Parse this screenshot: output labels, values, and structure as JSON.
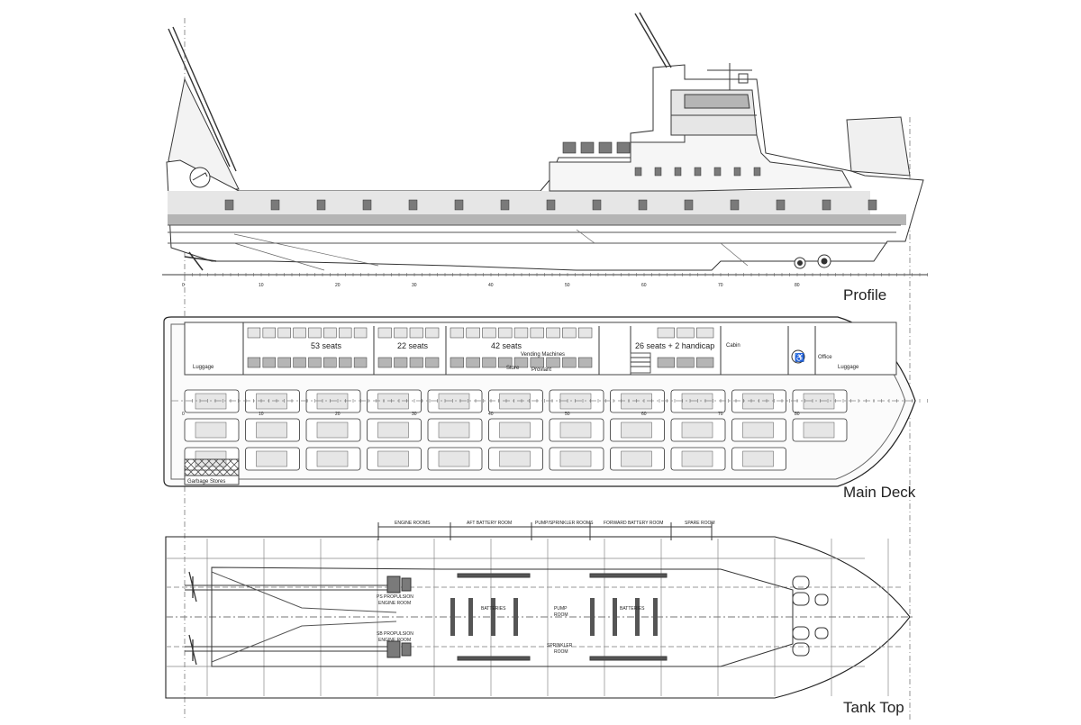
{
  "views": {
    "profile": {
      "title": "Profile"
    },
    "main_deck": {
      "title": "Main Deck"
    },
    "tank_top": {
      "title": "Tank Top"
    }
  },
  "main_deck": {
    "seating": [
      {
        "label": "53 seats"
      },
      {
        "label": "22 seats"
      },
      {
        "label": "42 seats"
      },
      {
        "label": "26 seats + 2 handicap"
      }
    ],
    "rooms": {
      "luggage_aft": "Luggage",
      "luggage_fwd": "Luggage",
      "vending": "Vending Machines",
      "store": "Store",
      "proviant": "Proviant",
      "cabin": "Cabin",
      "office": "Office",
      "garbage": "Garbage Stores"
    },
    "car_lanes": [
      11,
      11,
      10
    ]
  },
  "tank_top": {
    "compartments": [
      "ENGINE ROOMS",
      "AFT BATTERY ROOM",
      "PUMP/SPRINKLER ROOMS",
      "FORWARD BATTERY ROOM",
      "SPARE ROOM"
    ],
    "rooms": {
      "ps_engine_1": "PS PROPULSION",
      "ps_engine_2": "ENGINE ROOM",
      "sb_engine_1": "SB PROPULSION",
      "sb_engine_2": "ENGINE ROOM",
      "batteries_aft": "BATTERIES",
      "pump_1": "PUMP",
      "pump_2": "ROOM",
      "batteries_fwd": "BATTERIES",
      "sprinkler_1": "SPRINKLER",
      "sprinkler_2": "ROOM"
    }
  },
  "frame_numbers": [
    "0",
    "10",
    "20",
    "30",
    "40",
    "50",
    "60",
    "70",
    "80"
  ],
  "colors": {
    "line": "#3a3a3a",
    "fill_light": "#e6e6e6",
    "fill_mid": "#b5b5b5",
    "fill_dark": "#7a7a7a"
  }
}
